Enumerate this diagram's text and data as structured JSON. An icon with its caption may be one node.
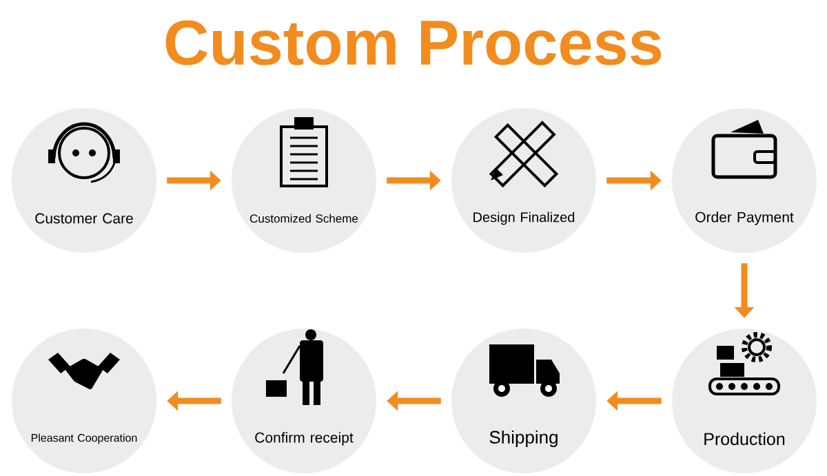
{
  "diagram": {
    "title": "Custom Process",
    "nodes": [
      {
        "text": [
          "Customer Care"
        ]
      },
      {
        "text": [
          "Customized Scheme"
        ]
      },
      {
        "text": [
          "Design Finalized"
        ]
      },
      {
        "text": [
          "Order Payment"
        ]
      },
      {
        "text": [
          "Pleasant Cooperation"
        ]
      },
      {
        "text": [
          "Confirm receipt"
        ]
      },
      {
        "text": [
          "Shipping"
        ]
      },
      {
        "text": [
          "Production"
        ]
      }
    ],
    "edges": [
      {
        "from": 0,
        "to": 1,
        "arrow": "to"
      },
      {
        "from": 1,
        "to": 2,
        "arrow": "to"
      },
      {
        "from": 2,
        "to": 3,
        "arrow": "to"
      },
      {
        "from": 3,
        "to": 7,
        "arrow": "to"
      },
      {
        "from": 7,
        "to": 6,
        "arrow": "to"
      },
      {
        "from": 6,
        "to": 5,
        "arrow": "to"
      },
      {
        "from": 5,
        "to": 4,
        "arrow": "to"
      }
    ]
  }
}
